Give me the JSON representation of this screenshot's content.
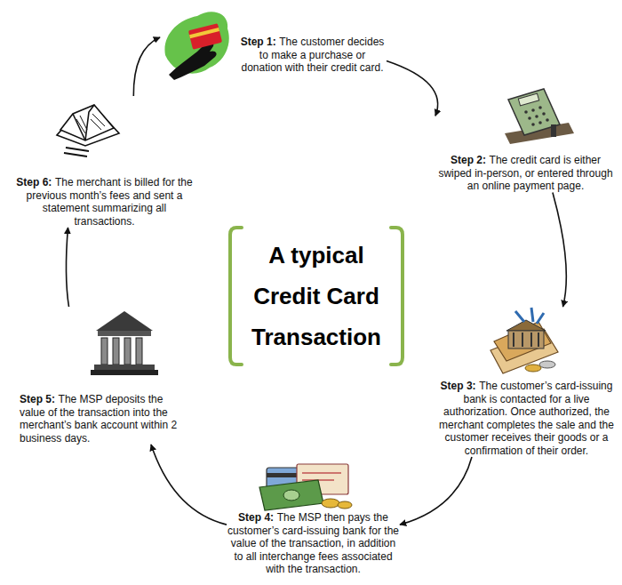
{
  "diagram": {
    "title": "A typical Credit Card Transaction",
    "nodes": [
      {
        "text": [
          "Step 1:",
          "The customer decides to make a purchase or donation with their credit card."
        ]
      },
      {
        "text": [
          "Step 2:",
          "The credit card is either swiped in-person, or entered through an online payment page."
        ]
      },
      {
        "text": [
          "Step 3:",
          "The customer’s card-issuing bank is contacted for a live authorization. Once authorized, the merchant completes the sale and the customer receives their goods or a confirmation of their order."
        ]
      },
      {
        "text": [
          "Step 4:",
          "The MSP then pays the customer’s card-issuing bank for the value of the transaction, in addition to all interchange fees associated with the transaction."
        ]
      },
      {
        "text": [
          "Step 5:",
          "The MSP deposits the value of the transaction into the merchant’s bank account within 2 business days."
        ]
      },
      {
        "text": [
          "Step 6:",
          "The merchant is billed for the previous month’s fees and sent a statement summarizing all transactions."
        ]
      }
    ],
    "edges": [
      {
        "from": 0,
        "to": 1,
        "arrow": "to"
      },
      {
        "from": 1,
        "to": 2,
        "arrow": "to"
      },
      {
        "from": 2,
        "to": 3,
        "arrow": "to"
      },
      {
        "from": 3,
        "to": 4,
        "arrow": "to"
      },
      {
        "from": 4,
        "to": 5,
        "arrow": "to"
      },
      {
        "from": 5,
        "to": 0,
        "arrow": "to"
      }
    ]
  }
}
